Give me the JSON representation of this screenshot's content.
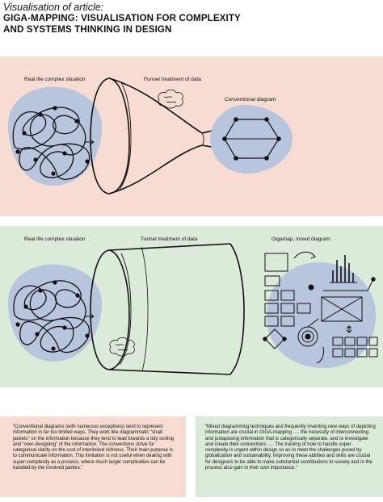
{
  "header": {
    "subtitle": "Visualisation of article:",
    "title_line1": "GIGA-MAPPING: VISUALISATION FOR COMPLEXITY",
    "title_line2": "AND SYSTEMS THINKING IN DESIGN"
  },
  "top_panel": {
    "label_left": "Real life complex situation",
    "label_middle": "Funnel treatment of data",
    "label_right": "Conventional diagram"
  },
  "bottom_panel": {
    "label_left": "Real life complex situation",
    "label_middle": "Tunnel treatment of data",
    "label_right": "Gigamap, mixed diagram"
  },
  "quotes": {
    "left": "“Conventional diagrams (with numerous exceptions) tend to represent information in far too limited ways. They work like diagrammatic “strait jackets” on the information because they tend to lead towards a tidy sorting and “over-designing” of the information. The conventions strive for categorical clarity on the cost of interlinked richness. Their main purpose is to communicate information. This limitation is not useful when dealing with super-complexity as a process, where much larger complexities can be handled by the involved parties.”",
    "right": "“Mixed diagramming techniques and frequently inventing new ways of depicting information are crucial in GIGA-mapping. … the necessity of interconnecting and juxtaposing information that is categorically separate, and to investigate and create their connections. … The training of how to handle super- complexity is urgent within design so as to meet the challenges posed by globalization and sustainability. Improving these abilities and skills are crucial for designers to be able to make substantial contributions to society and in the process also gain in their own importance.”"
  },
  "colors": {
    "pink_panel": "#f7dcd4",
    "green_panel": "#dcebd9",
    "blob": "#b8c5dc"
  }
}
